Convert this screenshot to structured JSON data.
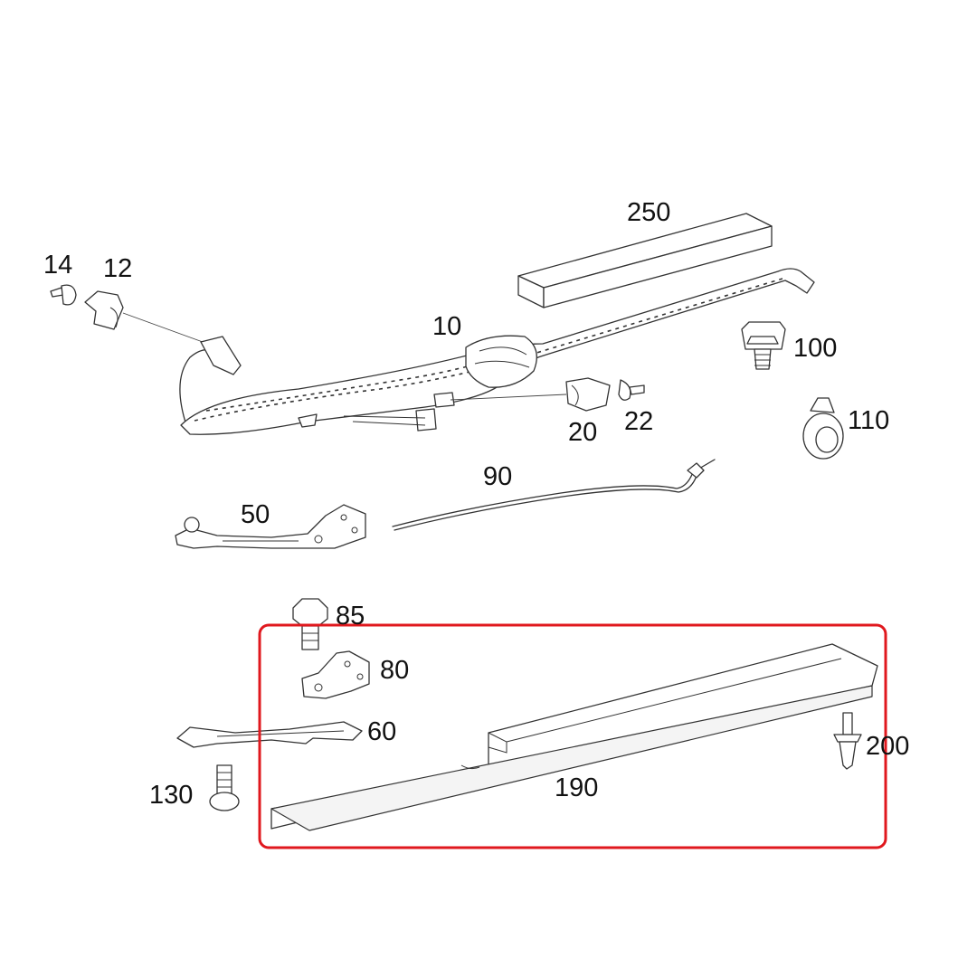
{
  "callouts": {
    "p14": "14",
    "p12": "12",
    "p10": "10",
    "p250": "250",
    "p100": "100",
    "p20": "20",
    "p22": "22",
    "p110": "110",
    "p90": "90",
    "p50": "50",
    "p85": "85",
    "p80": "80",
    "p60": "60",
    "p200": "200",
    "p190": "190",
    "p130": "130"
  },
  "highlight": {
    "part": "190",
    "color": "#e0181e"
  }
}
